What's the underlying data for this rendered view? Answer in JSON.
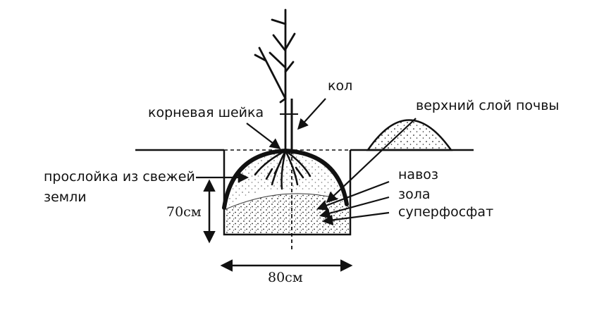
{
  "diagram": {
    "labels": {
      "stake": "кол",
      "root_collar": "корневая шейка",
      "topsoil": "верхний слой почвы",
      "fresh_soil_line1": "прослойка из свежей",
      "fresh_soil_line2": "земли",
      "manure": "навоз",
      "ash": "зола",
      "superphosphate": "суперфосфат",
      "depth": "70см",
      "width": "80см"
    },
    "colors": {
      "ink": "#111111",
      "background": "#ffffff"
    }
  }
}
